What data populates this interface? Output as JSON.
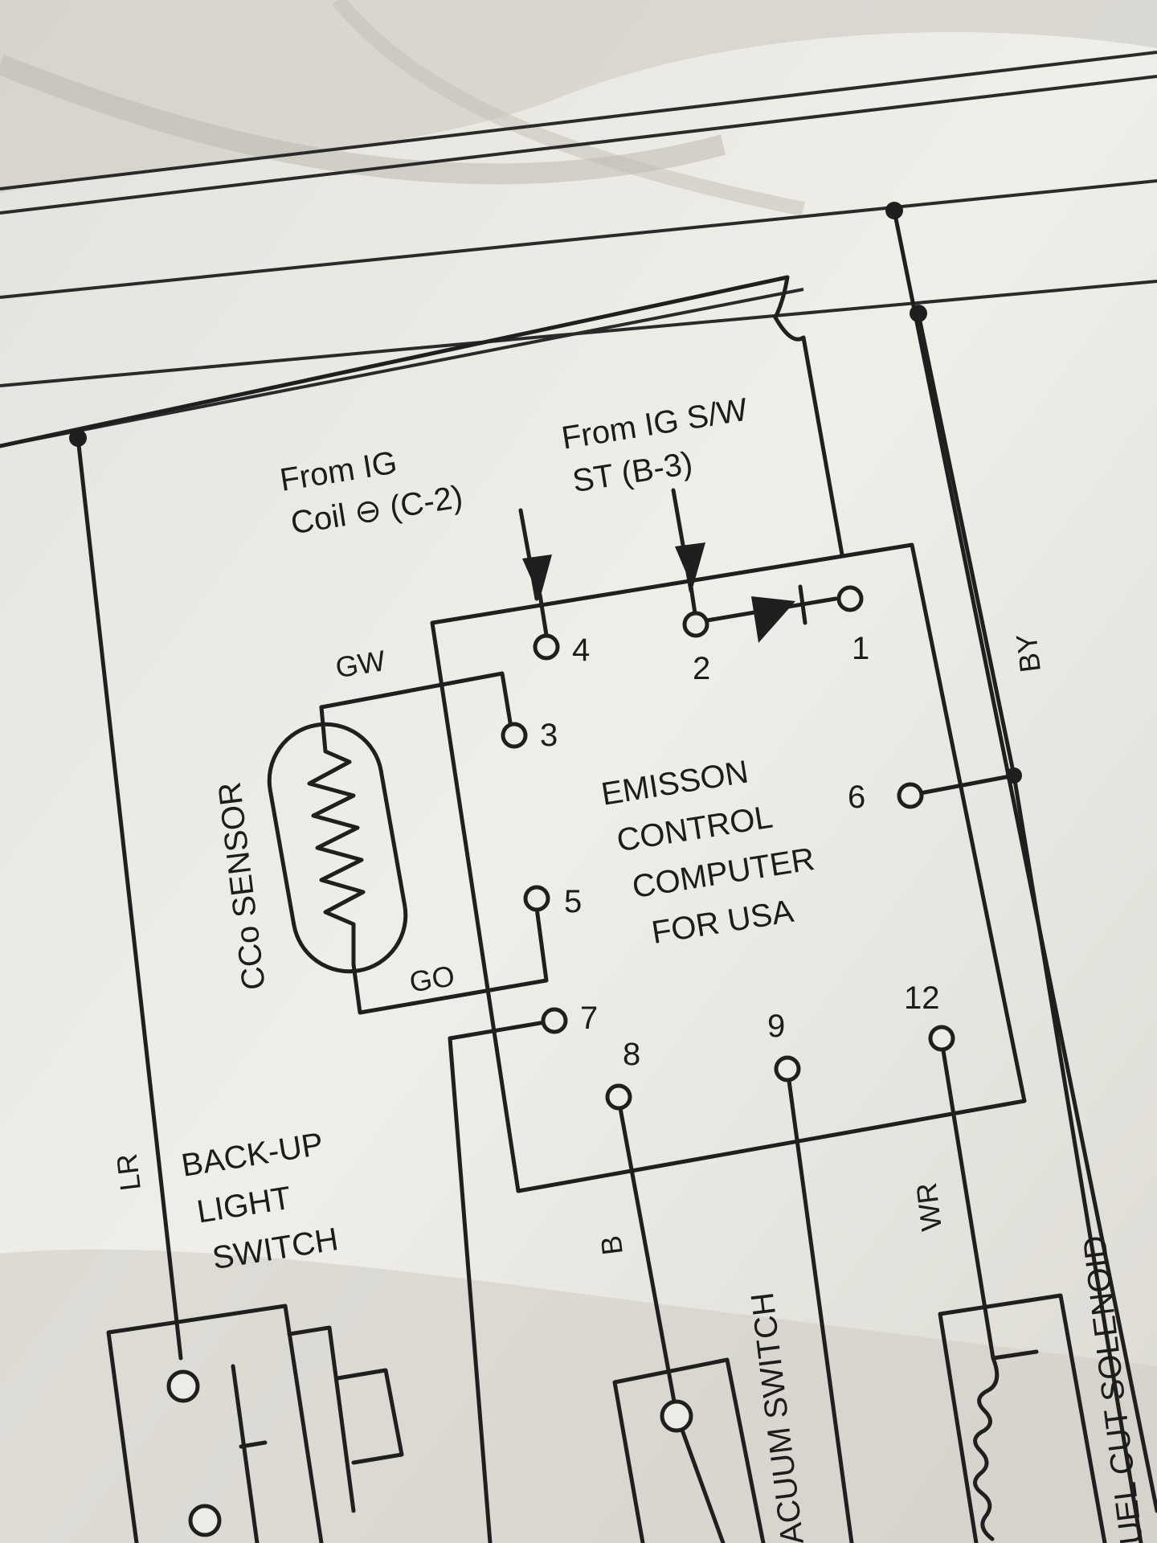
{
  "labels": {
    "from_ig_coil_1": "From IG",
    "from_ig_coil_2": "Coil  ⊖ (C-2)",
    "from_ig_sw_1": "From IG S/W",
    "from_ig_sw_2": "ST (B-3)",
    "computer_1": "EMISSON",
    "computer_2": "CONTROL",
    "computer_3": "COMPUTER",
    "computer_4": "FOR USA",
    "cco_sensor": "CCo SENSOR",
    "backup_1": "BACK-UP",
    "backup_2": "LIGHT",
    "backup_3": "SWITCH",
    "vacuum_switch": "ACUUM SWITCH",
    "fuel_cut": "UEL CUT SOLENOID"
  },
  "wires": {
    "gw": "GW",
    "go": "GO",
    "lr": "LR",
    "by": "BY",
    "b": "B",
    "wr": "WR"
  },
  "terminals": {
    "t1": "1",
    "t2": "2",
    "t3": "3",
    "t4": "4",
    "t5": "5",
    "t6": "6",
    "t7": "7",
    "t8": "8",
    "t9": "9",
    "t12": "12"
  },
  "colors": {
    "paper": "#ecebe6",
    "ink": "#1f1f1f"
  }
}
